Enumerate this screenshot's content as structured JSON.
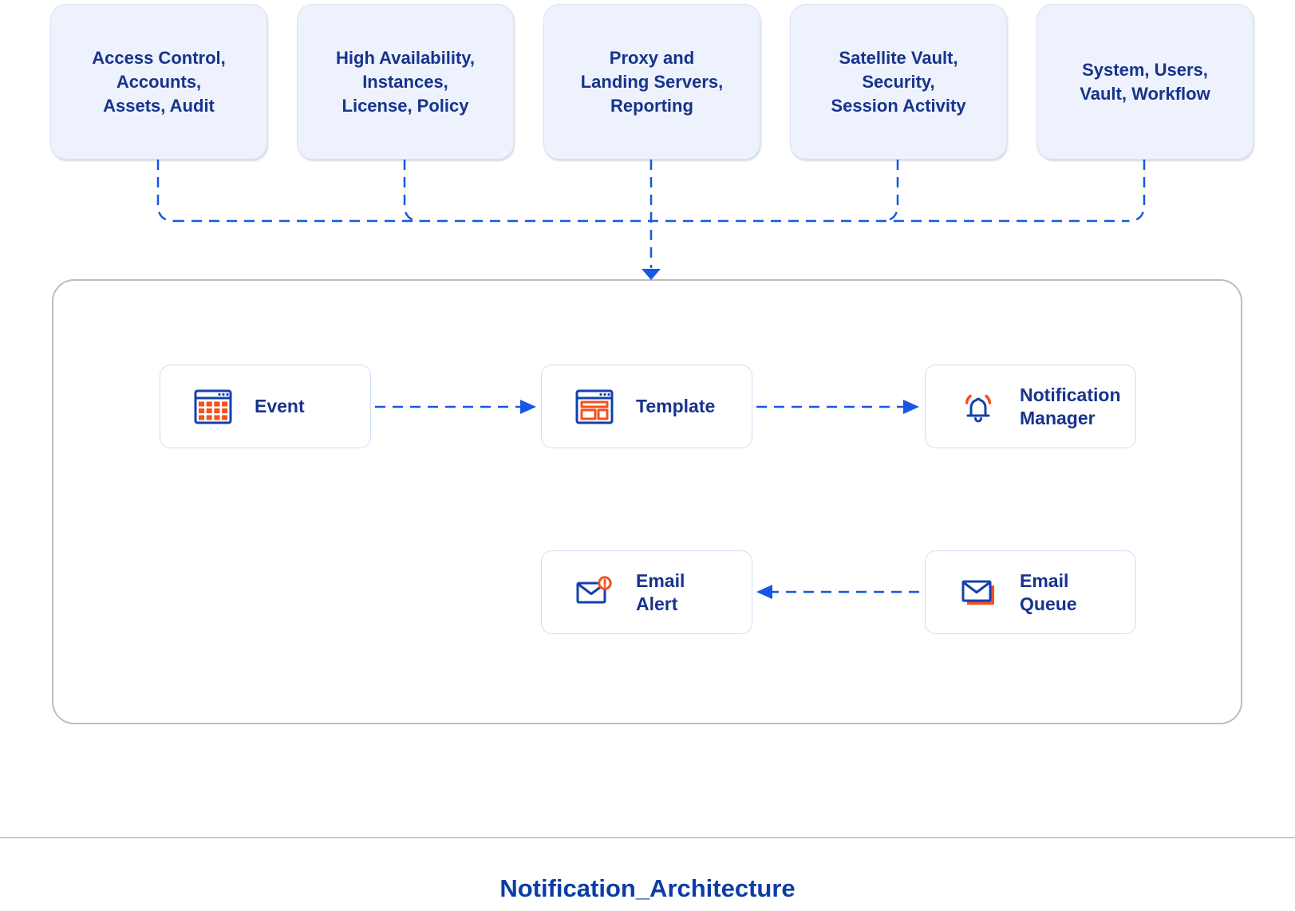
{
  "title": "Notification_Architecture",
  "colors": {
    "accent_blue": "#1657e5",
    "navy_text": "#17338c",
    "icon_blue": "#1440ae",
    "orange": "#f4511e",
    "top_box_fill": "#edf2fc",
    "top_box_border": "#dbe3f4",
    "node_border": "#cfdff7",
    "container_border": "#bdbdbd",
    "separator": "#c9c9c9",
    "title_blue": "#0c3da5"
  },
  "top_boxes": [
    {
      "label": "Access Control,\nAccounts,\nAssets, Audit"
    },
    {
      "label": "High Availability,\nInstances,\nLicense, Policy"
    },
    {
      "label": "Proxy and\nLanding Servers,\nReporting"
    },
    {
      "label": "Satellite Vault,\nSecurity,\nSession Activity"
    },
    {
      "label": "System, Users,\nVault, Workflow"
    }
  ],
  "nodes": {
    "event": {
      "label": "Event",
      "icon": "calendar-grid-icon"
    },
    "template": {
      "label": "Template",
      "icon": "template-window-icon"
    },
    "notification_manager": {
      "label": "Notification\nManager",
      "icon": "bell-icon"
    },
    "email_alert": {
      "label": "Email\nAlert",
      "icon": "email-alert-icon"
    },
    "email_queue": {
      "label": "Email\nQueue",
      "icon": "email-queue-icon"
    }
  },
  "connections": [
    "top-boxes to container (dashed, arrow down)",
    "event to template (dashed, arrow right)",
    "template to notification_manager (dashed, arrow right)",
    "email_queue to email_alert (dashed, arrow left)"
  ]
}
